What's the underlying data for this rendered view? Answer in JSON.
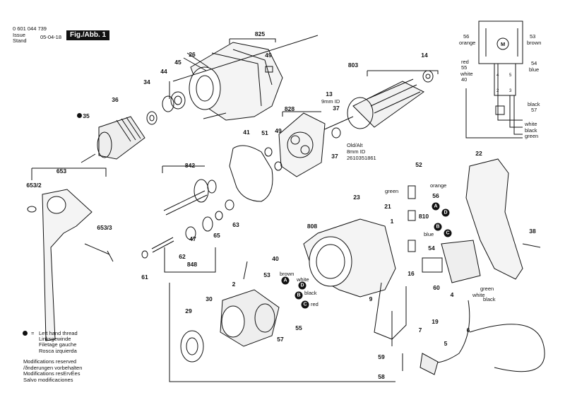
{
  "header": {
    "doc_number": "0 601 044 739",
    "issue_label_1": "Issue",
    "issue_label_2": "Stand",
    "issue_date": "05-04-18",
    "figure_label": "Fig./Abb. 1"
  },
  "parts": [
    "825",
    "49",
    "26",
    "45",
    "44",
    "34",
    "36",
    "35",
    "803",
    "14",
    "13",
    "37",
    "51",
    "828",
    "49",
    "41",
    "842",
    "37",
    "653",
    "653/2",
    "653/3",
    "22",
    "52",
    "56",
    "810",
    "54",
    "16",
    "60",
    "4",
    "38",
    "23",
    "21",
    "808",
    "1",
    "40",
    "53",
    "2",
    "30",
    "29",
    "9",
    "7",
    "19",
    "6",
    "5",
    "57",
    "55",
    "59",
    "58",
    "61",
    "62",
    "47",
    "65",
    "63",
    "848"
  ],
  "notes": {
    "id_9mm": "9mm ID",
    "old_alt": "Old/Alt",
    "id_8mm": "8mm ID",
    "part_no": "2610351861"
  },
  "wire_colors": {
    "green": "green",
    "orange": "orange",
    "blue": "blue",
    "brown": "brown",
    "white": "white",
    "black": "black",
    "red": "red"
  },
  "connectors": [
    "A",
    "B",
    "C",
    "D"
  ],
  "schematic": {
    "w56_num": "56",
    "w56_color": "orange",
    "w55_color": "red",
    "w55_num": "55",
    "w40_color": "white",
    "w40_num": "40",
    "w53_num": "53",
    "w53_color": "brown",
    "w54_num": "54",
    "w54_color": "blue",
    "w57_color": "black",
    "w57_num": "57",
    "out_white": "white",
    "out_black": "black",
    "out_green": "green",
    "motor_symbol": "M",
    "switch_4": "4",
    "switch_5": "5",
    "switch_2": "2",
    "switch_3": "3"
  },
  "legend": {
    "lh_eq": "=",
    "lh_1": "Left hand thread",
    "lh_2": "Linksgewinde",
    "lh_3": "Filetage gauche",
    "lh_4": "Rosca izquierda",
    "mod_1": "Modifications reserved",
    "mod_2": "/ðnderungen vorbehalten",
    "mod_3": "Modifications resErvÉes",
    "mod_4": "Salvo modificaciones"
  },
  "colors": {
    "ink": "#111111",
    "paper": "#ffffff"
  }
}
